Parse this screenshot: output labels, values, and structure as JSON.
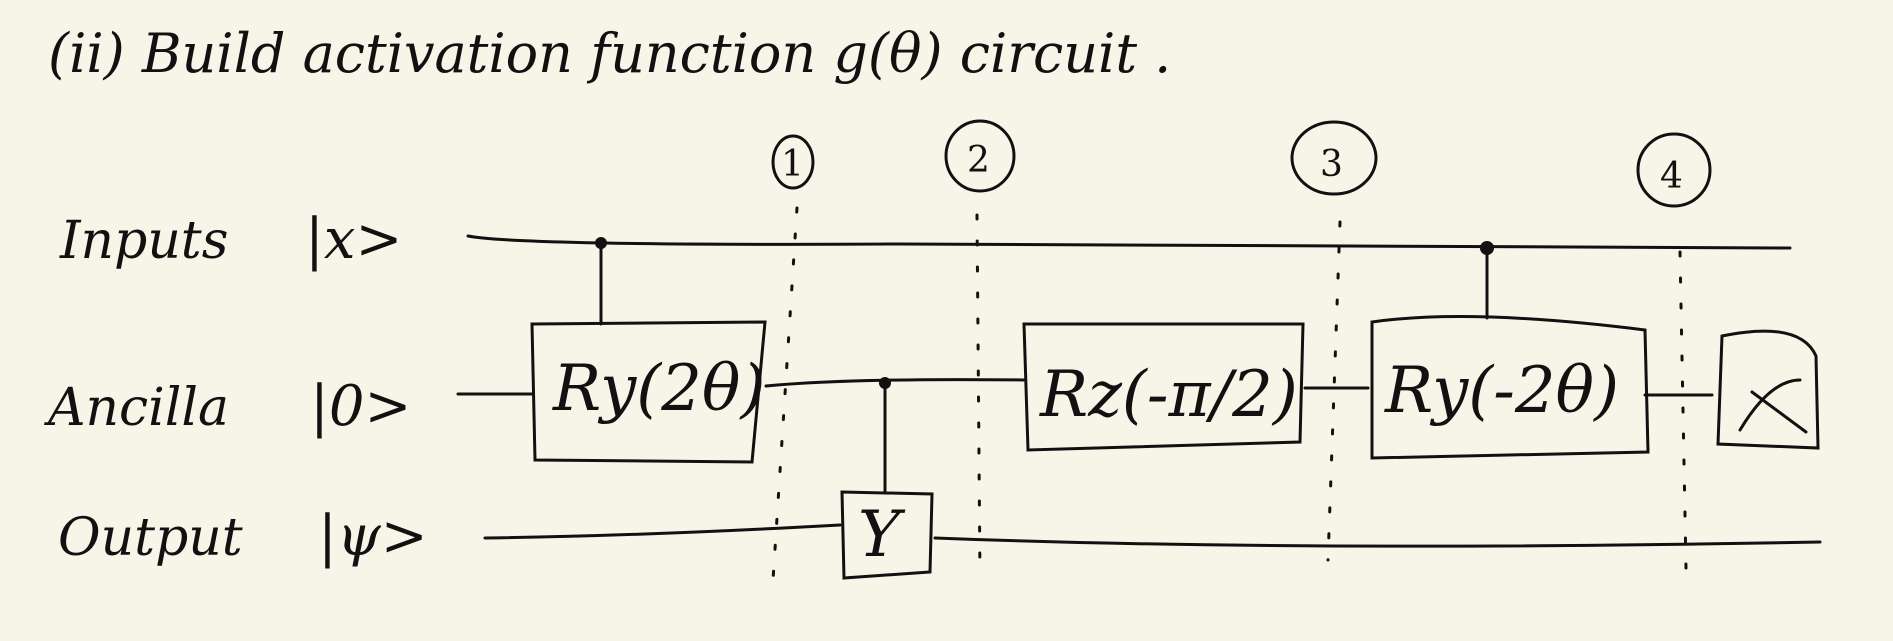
{
  "title": "(ii) Build activation function g(θ) circuit .",
  "wires": [
    {
      "label": "Inputs",
      "ket": "|x>"
    },
    {
      "label": "Ancilla",
      "ket": "|0>"
    },
    {
      "label": "Output",
      "ket": "|ψ>"
    }
  ],
  "steps": [
    "1",
    "2",
    "3",
    "4"
  ],
  "gates": [
    {
      "label": "Ry(2θ)"
    },
    {
      "label": "Y"
    },
    {
      "label": "Rz(-π/2)"
    },
    {
      "label": "Ry(-2θ)"
    },
    {
      "label": "measurement"
    }
  ]
}
